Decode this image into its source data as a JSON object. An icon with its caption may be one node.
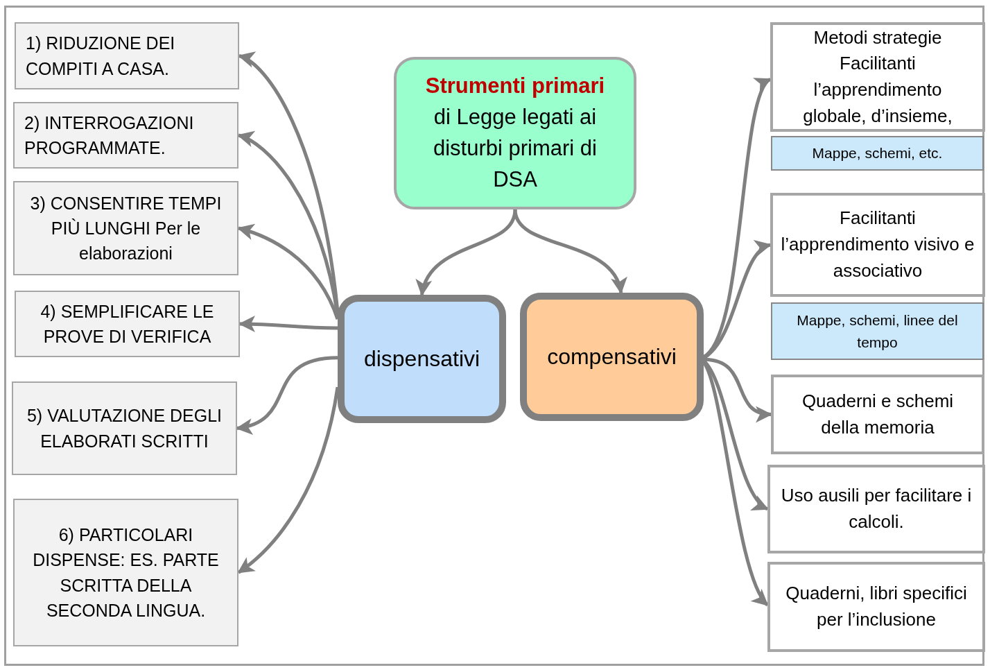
{
  "diagram": {
    "nodes": [
      {
        "text": [
          "**Strumenti primari** di Legge legati ai disturbi primari di DSA"
        ]
      },
      {
        "text": [
          "dispensativi"
        ]
      },
      {
        "text": [
          "compensativi"
        ]
      },
      {
        "text": [
          "1) RIDUZIONE DEI COMPITI A CASA."
        ]
      },
      {
        "text": [
          "2) INTERROGAZIONI PROGRAMMATE."
        ]
      },
      {
        "text": [
          "3) CONSENTIRE TEMPI PIÙ LUNGHI Per le elaborazioni"
        ]
      },
      {
        "text": [
          "4) SEMPLIFICARE LE PROVE DI VERIFICA"
        ]
      },
      {
        "text": [
          "5) VALUTAZIONE DEGLI ELABORATI SCRITTI"
        ]
      },
      {
        "text": [
          "6) PARTICOLARI DISPENSE: ES. PARTE SCRITTA DELLA SECONDA LINGUA."
        ]
      },
      {
        "text": [
          "Metodi strategie Facilitanti l’apprendimento globale, d’insieme,"
        ]
      },
      {
        "text": [
          "Mappe, schemi, etc."
        ]
      },
      {
        "text": [
          "Facilitanti l’apprendimento visivo e associativo"
        ]
      },
      {
        "text": [
          "Mappe, schemi, linee del tempo"
        ]
      },
      {
        "text": [
          "Quaderni e schemi della memoria"
        ]
      },
      {
        "text": [
          "Uso ausili per facilitare i calcoli."
        ]
      },
      {
        "text": [
          "Quaderni, libri specifici per l’inclusione"
        ]
      }
    ],
    "edges": [
      {
        "from": 0,
        "to": 1,
        "arrow": "to"
      },
      {
        "from": 0,
        "to": 2,
        "arrow": "to"
      },
      {
        "from": 1,
        "to": 3,
        "arrow": "to"
      },
      {
        "from": 1,
        "to": 4,
        "arrow": "to"
      },
      {
        "from": 1,
        "to": 5,
        "arrow": "to"
      },
      {
        "from": 1,
        "to": 6,
        "arrow": "to"
      },
      {
        "from": 1,
        "to": 7,
        "arrow": "to"
      },
      {
        "from": 1,
        "to": 8,
        "arrow": "to"
      },
      {
        "from": 2,
        "to": 9,
        "arrow": "to"
      },
      {
        "from": 2,
        "to": 11,
        "arrow": "to"
      },
      {
        "from": 2,
        "to": 13,
        "arrow": "to"
      },
      {
        "from": 2,
        "to": 14,
        "arrow": "to"
      },
      {
        "from": 2,
        "to": 15,
        "arrow": "to"
      }
    ]
  }
}
